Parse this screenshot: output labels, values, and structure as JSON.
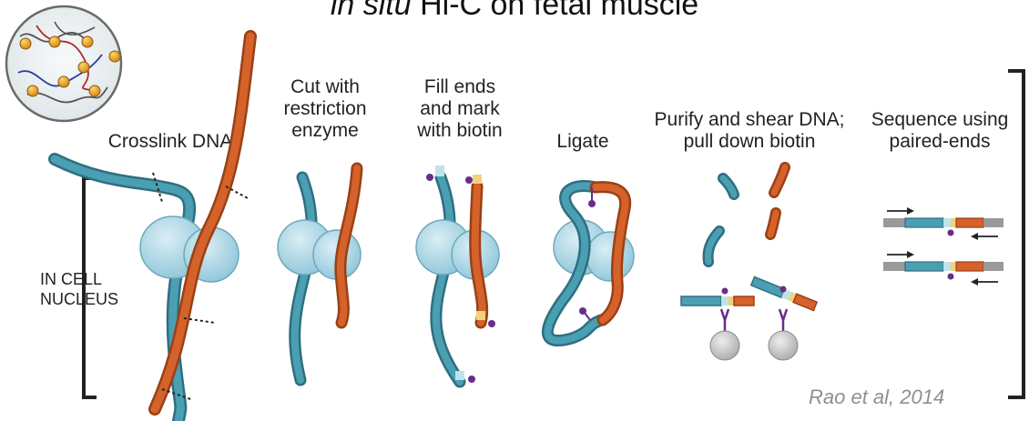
{
  "title": {
    "prefix": "in situ",
    "rest": " Hi-C on fetal muscle"
  },
  "steps": [
    {
      "lines": [
        "Crosslink DNA"
      ]
    },
    {
      "lines": [
        "Cut with",
        "restriction",
        "enzyme"
      ]
    },
    {
      "lines": [
        "Fill ends",
        "and mark",
        "with biotin"
      ]
    },
    {
      "lines": [
        "Ligate"
      ]
    },
    {
      "lines": [
        "Purify and shear DNA;",
        "pull down biotin"
      ]
    },
    {
      "lines": [
        "Sequence using",
        "paired-ends"
      ]
    }
  ],
  "side_label": {
    "lines": [
      "IN CELL",
      "NUCLEUS"
    ]
  },
  "citation": "Rao et al, 2014",
  "colors": {
    "dna_teal": "#3f8ea0",
    "dna_orange": "#d5622a",
    "protein": "#a9d7e6",
    "biotin": "#6a2c8a",
    "fill_mark": "#bfe3ea",
    "cut_yellow": "#f2d27a",
    "bead": "#c8c8c8",
    "adapter": "#9a9a9a",
    "nucleus_bg": "#eef2f4"
  }
}
